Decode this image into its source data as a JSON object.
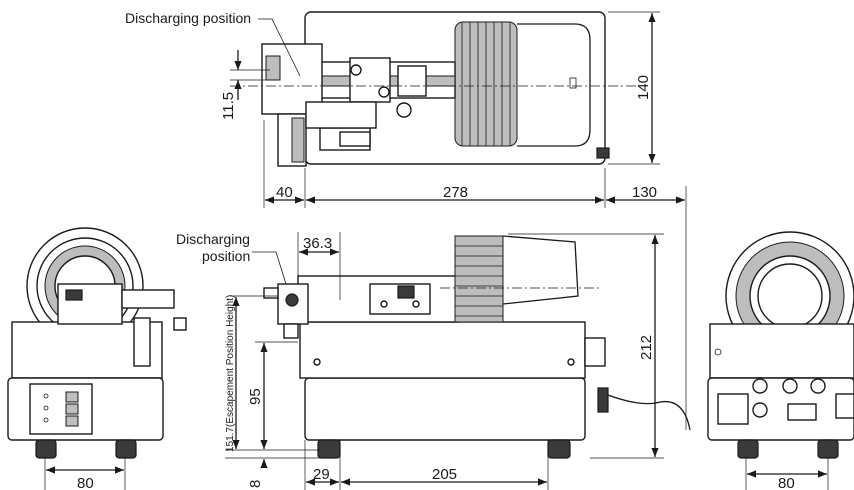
{
  "labels": {
    "discharging_top": "Discharging position",
    "discharging_front_line1": "Discharging",
    "discharging_front_line2": "position",
    "escapement_height": "151.7(Escapement Position Height)"
  },
  "dimensions": {
    "top_offset": "11.5",
    "top_height": "140",
    "top_left": "40",
    "top_mid": "278",
    "top_right": "130",
    "front_offset": "36.3",
    "front_height": "212",
    "front_lower": "95",
    "front_base": "8",
    "front_left": "29",
    "front_mid": "205",
    "side_left_width": "80",
    "side_right_width": "80"
  }
}
